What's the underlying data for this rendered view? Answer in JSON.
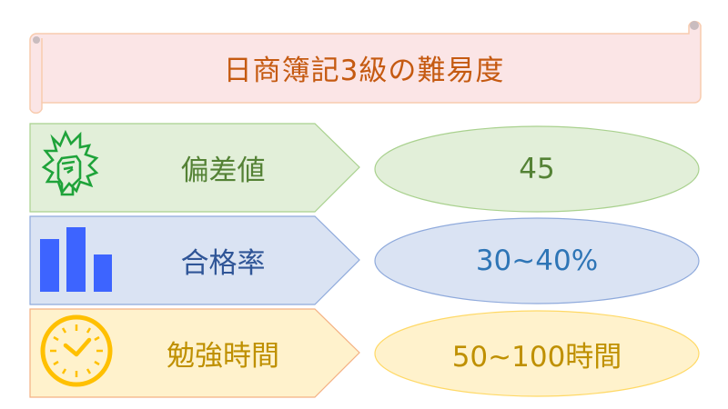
{
  "title": "日商簿記3級の難易度",
  "rows": [
    {
      "label": "偏差値",
      "value": "45",
      "icon": "fist-icon",
      "fill": "#e2efd9",
      "stroke": "#a9d18e",
      "text_color": "#548235",
      "value_color": "#548235",
      "icon_color": "#1fa33a"
    },
    {
      "label": "合格率",
      "value": "30~40%",
      "icon": "bar-chart-icon",
      "fill": "#dae3f3",
      "stroke": "#8faadc",
      "text_color": "#2f5597",
      "value_color": "#2e75b6",
      "icon_color": "#3d64ff"
    },
    {
      "label": "勉強時間",
      "value": "50~100時間",
      "icon": "clock-icon",
      "fill": "#fff2cc",
      "stroke": "#f4b183",
      "text_color": "#bf9000",
      "value_color": "#bf9000",
      "icon_color": "#ffc000"
    }
  ],
  "colors": {
    "banner_fill": "#fbe5e6",
    "banner_stroke": "#f8cbad",
    "title_color": "#c55a11"
  }
}
